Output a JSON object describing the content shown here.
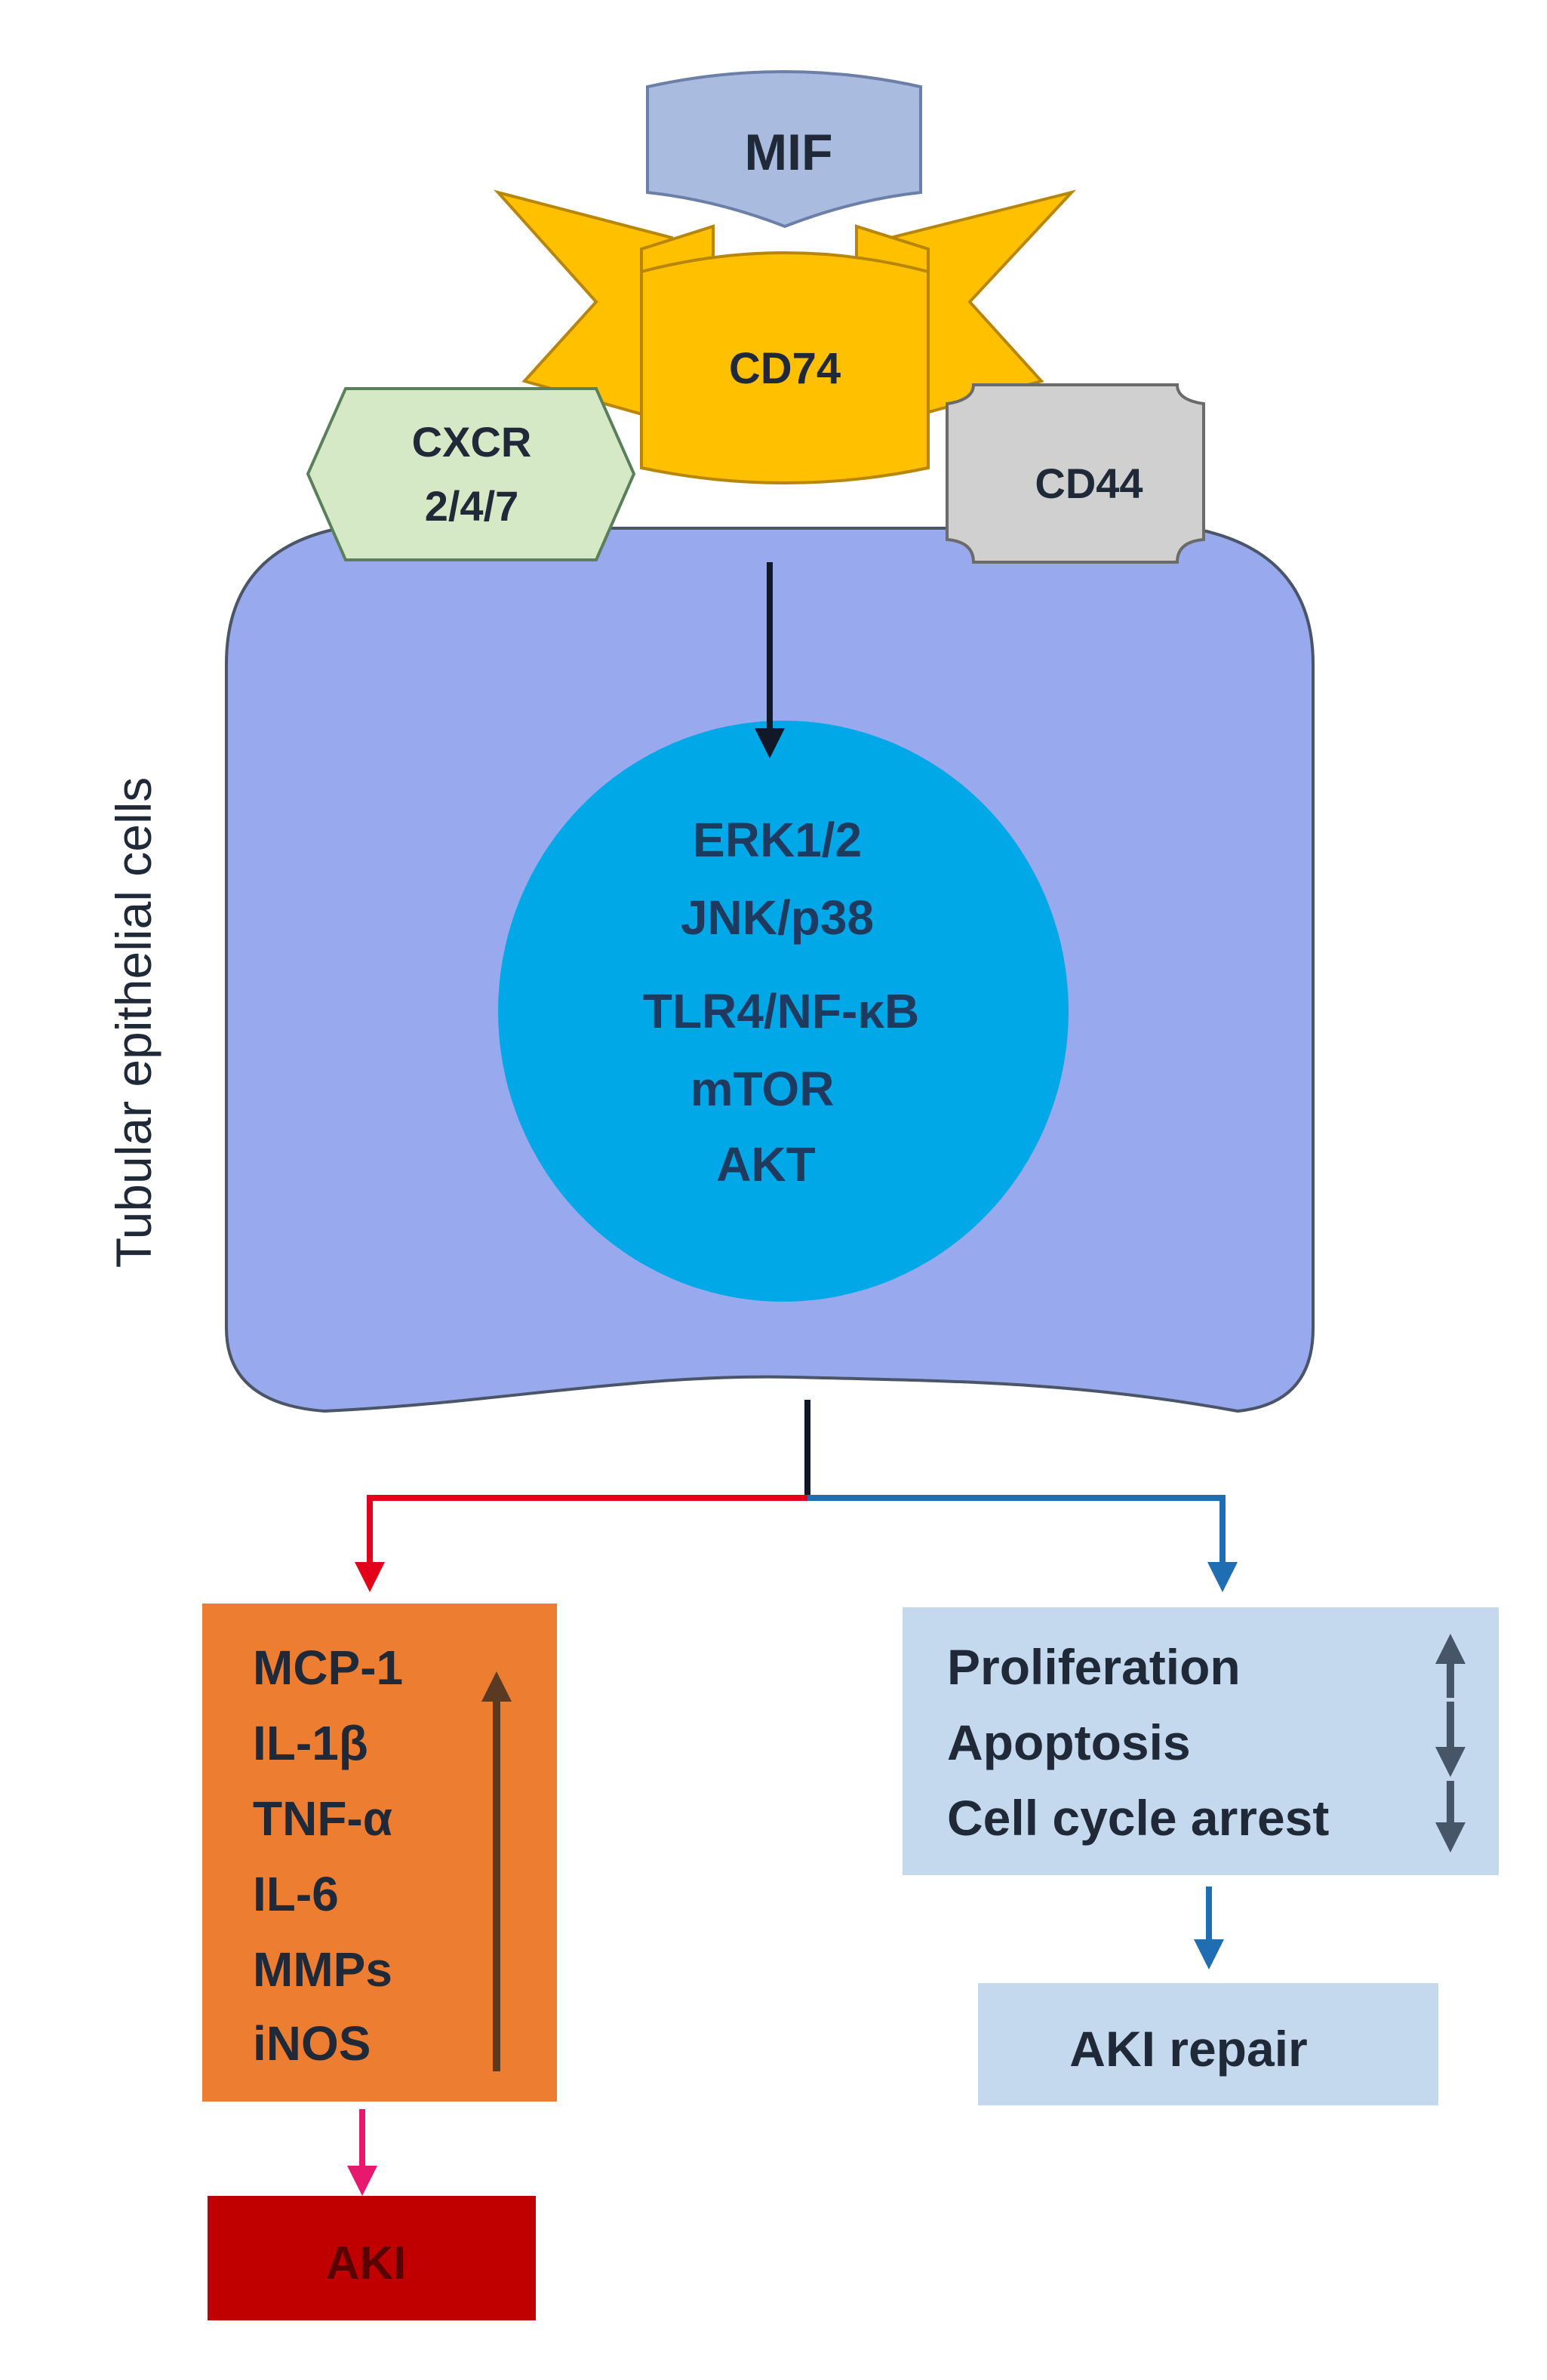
{
  "ligand": {
    "label": "MIF"
  },
  "receptors": {
    "cd74": "CD74",
    "cxcr_line1": "CXCR",
    "cxcr_line2": "2/4/7",
    "cd44": "CD44"
  },
  "cell": {
    "label": "Tubular epithelial cells",
    "pathways": [
      "ERK1/2",
      "JNK/p38",
      "TLR4/NF-κB",
      "mTOR",
      "AKT"
    ]
  },
  "left_branch": {
    "markers": [
      "MCP-1",
      "IL-1β",
      "TNF-α",
      "IL-6",
      "MMPs",
      "iNOS"
    ],
    "markers_trend": "up",
    "outcome": "AKI"
  },
  "right_branch": {
    "effects": [
      {
        "label": "Proliferation",
        "trend": "up"
      },
      {
        "label": "Apoptosis",
        "trend": "down"
      },
      {
        "label": "Cell cycle arrest",
        "trend": "down"
      }
    ],
    "outcome": "AKI repair"
  },
  "colors": {
    "ligand_fill": "#A9BCDF",
    "cd74_fill": "#FFC000",
    "cxcr_fill": "#D6E9C6",
    "cd44_fill": "#D0D0D0",
    "cell_fill": "#98A9ED",
    "nucleus_fill": "#00A8E8",
    "inflammation_box": "#ED7D31",
    "aki_box": "#C00000",
    "repair_box": "#C5D9EE",
    "red_arrow": "#E2001A",
    "pink_arrow": "#E6196E",
    "blue_arrow": "#1F6EB4",
    "text_dark": "#1F2937"
  }
}
